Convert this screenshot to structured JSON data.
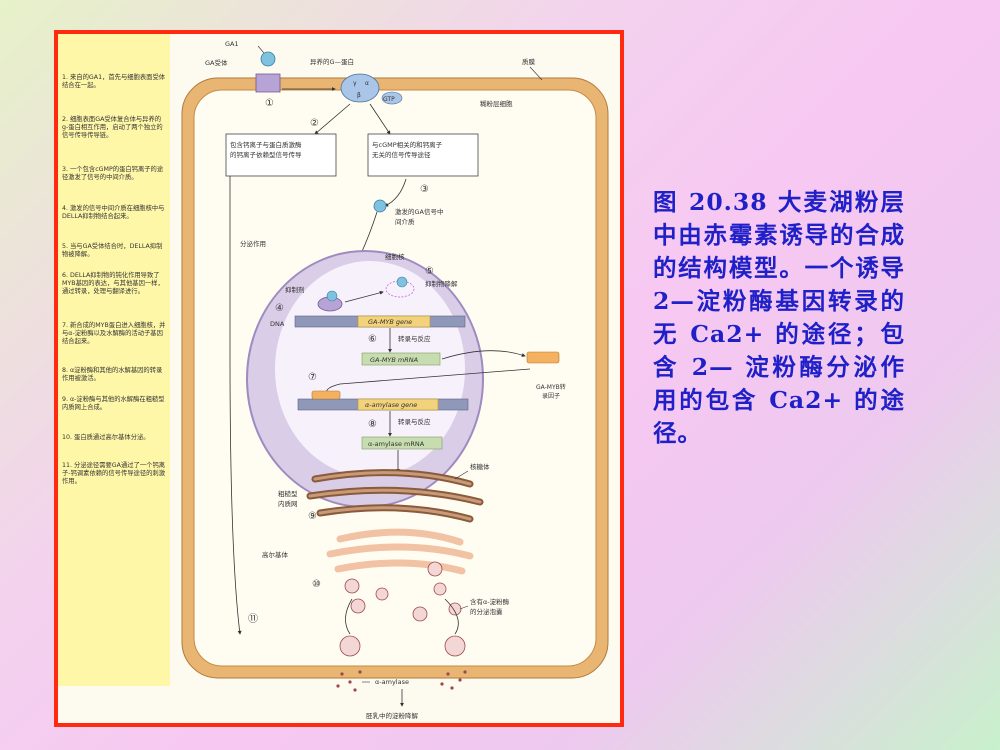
{
  "caption": "图 20.38 大麦湖粉层中由赤霉素诱导的合成的结构模型。一个诱导 2—淀粉酶基因转录的无 Ca2+ 的途径；包含 2— 淀粉酶分泌作用的包含 Ca2+ 的途径。",
  "notes": [
    "1. 来自的GA1，首先与细胞表面受体结合在一起。",
    "2. 细胞表面GA受体复合体与异养的g-蛋白相互作用，启动了两个独立的信号传导传导链。",
    "3. 一个包含cGMP的蛋白钙离子的途径激发了信号的中间介质。",
    "4. 激发的信号中间介质在细胞核中与DELLA抑制物结合起来。",
    "5. 当与GA受体结合时，DELLA抑制物被降解。",
    "6. DELLA抑制物的钝化作用导致了MYB基因的表达，与其他基因一样，通过转录，处理与翻译进行。",
    "7. 新合成的MYB蛋白进入细胞核，并与α-淀粉酶以及水解酶的活动子基因结合起来。",
    "8. α淀粉酶和其他的水解基因的转录作用被激活。",
    "9. α-淀粉酶与其他的水解酶在粗糙型内质网上合成。",
    "10. 蛋白质通过高尔基体分泌。",
    "11. 分泌途径需要GA通过了一个钙离子-钙调素依赖的信号传导途径的刺激作用。"
  ],
  "diagram": {
    "ga1": "GA1",
    "ga_receptor": "GA受体",
    "g_protein": "异养的G—蛋白",
    "membrane": "质膜",
    "aleurone_cell": "糊粉层细胞",
    "gamma": "γ",
    "alpha": "α",
    "beta": "β",
    "gtp": "GTP",
    "step1": "①",
    "step2": "②",
    "step3": "③",
    "step4": "④",
    "step5": "⑤",
    "step6": "⑥",
    "step7": "⑦",
    "step8": "⑧",
    "step9": "⑨",
    "step10": "⑩",
    "step11": "⑪",
    "box_left_l1": "包含钙离子与蛋白质激酶",
    "box_left_l2": "的钙离子依赖型信号传导",
    "box_right_l1": "与cGMP相关的和钙离子",
    "box_right_l2": "无关的信号传导途径",
    "activated_signal_l1": "激发的GA信号中",
    "activated_signal_l2": "间介质",
    "secretion": "分泌作用",
    "nucleus": "细胞核",
    "repressor": "抑制剂",
    "repressor_degraded": "抑制物降解",
    "dna": "DNA",
    "ga_myb_gene": "GA-MYB gene",
    "transcription1": "转录与反应",
    "ga_myb_mrna": "GA-MYB mRNA",
    "ga_myb_tf_l1": "GA-MYB转",
    "ga_myb_tf_l2": "录因子",
    "amylase_gene": "α-amylase gene",
    "transcription2": "转录与反应",
    "amylase_mrna": "α-amylase mRNA",
    "ribosome": "核糖体",
    "rer_l1": "粗糙型",
    "rer_l2": "内质网",
    "golgi": "高尔基体",
    "vesicle_l1": "含有α-淀粉酶",
    "vesicle_l2": "的分泌泡囊",
    "amylase_out": "α-amylase",
    "endosperm": "胚乳中的淀粉降解"
  },
  "colors": {
    "caption": "#2020c8",
    "frame": "#ff2a10",
    "cell_wall": "#e8b573",
    "nucleus": "#d9cde8",
    "gene_bar": "#8f98b8",
    "gene_label": "#f2d27a",
    "mrna": "#c7ddb0",
    "signal": "#7ec2e0"
  }
}
